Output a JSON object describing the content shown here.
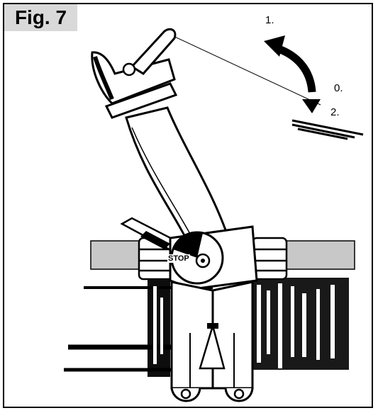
{
  "figure": {
    "label": "Fig. 7"
  },
  "positions": {
    "pos1": "1.",
    "pos0": "0.",
    "pos2": "2."
  },
  "stop_text": "STOP"
}
